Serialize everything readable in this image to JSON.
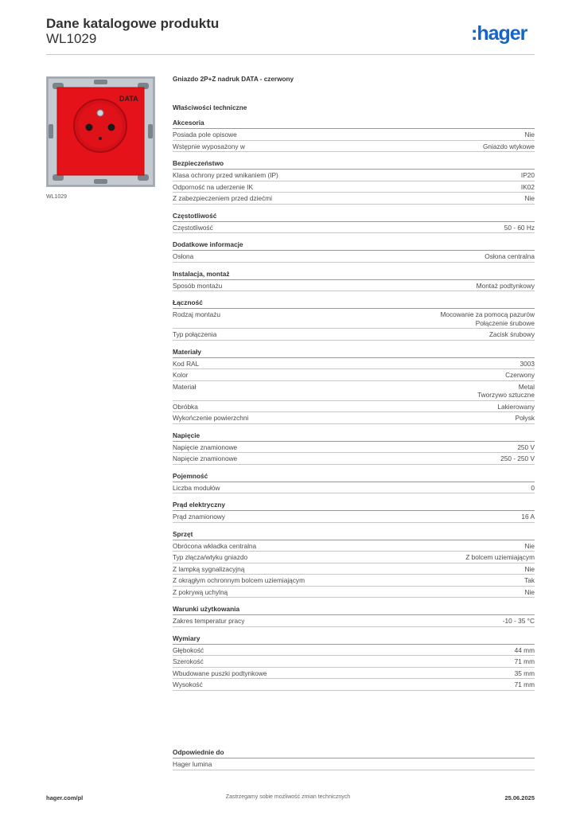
{
  "header": {
    "title": "Dane katalogowe produktu",
    "code": "WL1029",
    "logo_text": ":hager",
    "brand_color": "#1565c8"
  },
  "image": {
    "caption": "WL1029",
    "label": "DATA",
    "socket_color": "#e5121a"
  },
  "product": {
    "name": "Gniazdo 2P+Z nadruk DATA - czerwony",
    "props_title": "Właściwości techniczne"
  },
  "sections": [
    {
      "title": "Akcesoria",
      "rows": [
        {
          "key": "Posiada pole opisowe",
          "value": [
            "Nie"
          ]
        },
        {
          "key": "Wstępnie wyposażony w",
          "value": [
            "Gniazdo wtykowe"
          ]
        }
      ]
    },
    {
      "title": "Bezpieczeństwo",
      "rows": [
        {
          "key": "Klasa ochrony przed wnikaniem (IP)",
          "value": [
            "IP20"
          ]
        },
        {
          "key": "Odporność na uderzenie IK",
          "value": [
            "IK02"
          ]
        },
        {
          "key": "Z zabezpieczeniem przed dziećmi",
          "value": [
            "Nie"
          ]
        }
      ]
    },
    {
      "title": "Częstotliwość",
      "rows": [
        {
          "key": "Częstotliwość",
          "value": [
            "50 - 60 Hz"
          ]
        }
      ]
    },
    {
      "title": "Dodatkowe informacje",
      "rows": [
        {
          "key": "Osłona",
          "value": [
            "Osłona centralna"
          ]
        }
      ]
    },
    {
      "title": "Instalacja, montaż",
      "rows": [
        {
          "key": "Sposób montażu",
          "value": [
            "Montaż podtynkowy"
          ]
        }
      ]
    },
    {
      "title": "Łączność",
      "rows": [
        {
          "key": "Rodzaj montażu",
          "value": [
            "Mocowanie za pomocą pazurów",
            "Połączenie śrubowe"
          ]
        },
        {
          "key": "Typ połączenia",
          "value": [
            "Zacisk śrubowy"
          ]
        }
      ]
    },
    {
      "title": "Materiały",
      "rows": [
        {
          "key": "Kod RAL",
          "value": [
            "3003"
          ]
        },
        {
          "key": "Kolor",
          "value": [
            "Czerwony"
          ]
        },
        {
          "key": "Materiał",
          "value": [
            "Metal",
            "Tworzywo sztuczne"
          ]
        },
        {
          "key": "Obróbka",
          "value": [
            "Lakierowany"
          ]
        },
        {
          "key": "Wykończenie powierzchni",
          "value": [
            "Połysk"
          ]
        }
      ]
    },
    {
      "title": "Napięcie",
      "rows": [
        {
          "key": "Napięcie znamionowe",
          "value": [
            "250 V"
          ]
        },
        {
          "key": "Napięcie znamionowe",
          "value": [
            "250 - 250 V"
          ]
        }
      ]
    },
    {
      "title": "Pojemność",
      "rows": [
        {
          "key": "Liczba modułów",
          "value": [
            "0"
          ]
        }
      ]
    },
    {
      "title": "Prąd elektryczny",
      "rows": [
        {
          "key": "Prąd znamionowy",
          "value": [
            "16 A"
          ]
        }
      ]
    },
    {
      "title": "Sprzęt",
      "rows": [
        {
          "key": "Obrócona wkładka centralna",
          "value": [
            "Nie"
          ]
        },
        {
          "key": "Typ złącza/wtyku gniazdo",
          "value": [
            "Z bolcem uziemiającym"
          ]
        },
        {
          "key": "Z lampką sygnalizacyjną",
          "value": [
            "Nie"
          ]
        },
        {
          "key": "Z okrągłym ochronnym bolcem uziemiającym",
          "value": [
            "Tak"
          ]
        },
        {
          "key": "Z pokrywą uchylną",
          "value": [
            "Nie"
          ]
        }
      ]
    },
    {
      "title": "Warunki użytkowania",
      "rows": [
        {
          "key": "Zakres temperatur pracy",
          "value": [
            "-10 - 35 °C"
          ]
        }
      ]
    },
    {
      "title": "Wymiary",
      "rows": [
        {
          "key": "Głębokość",
          "value": [
            "44 mm"
          ]
        },
        {
          "key": "Szerokość",
          "value": [
            "71 mm"
          ]
        },
        {
          "key": "Wbudowane puszki podtynkowe",
          "value": [
            "35 mm"
          ]
        },
        {
          "key": "Wysokość",
          "value": [
            "71 mm"
          ]
        }
      ]
    }
  ],
  "suitable": {
    "title": "Odpowiednie do",
    "item": "Hager lumina"
  },
  "footer": {
    "url": "hager.com/pl",
    "note": "Zastrzegamy sobie możliwość zmian technicznych",
    "date": "25.06.2025"
  }
}
